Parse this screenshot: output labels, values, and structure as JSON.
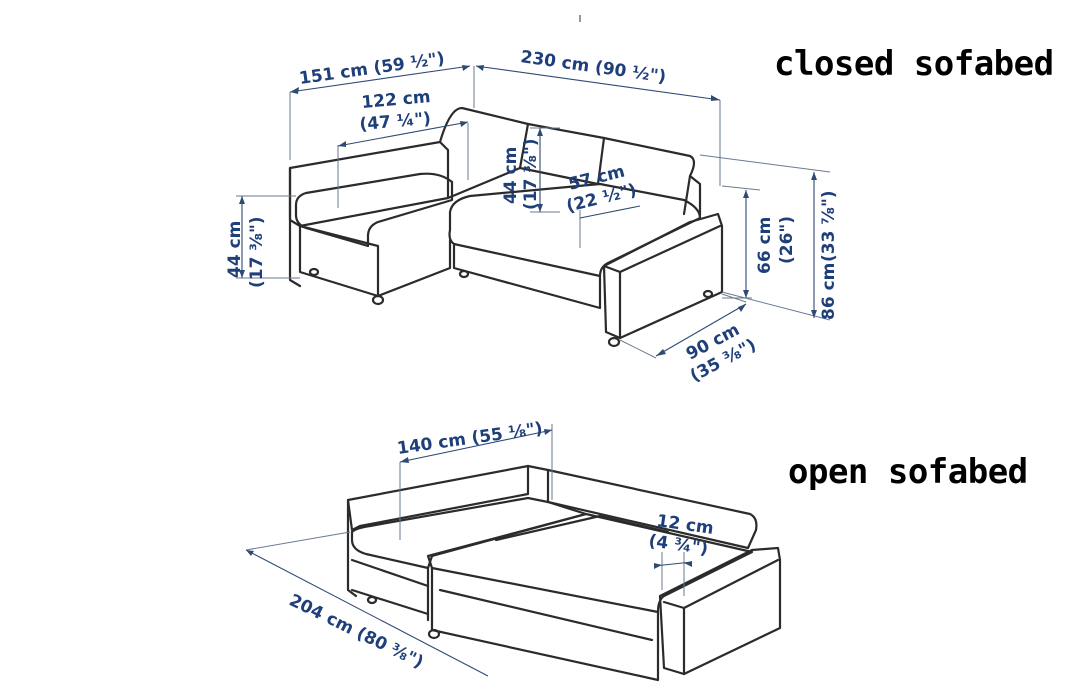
{
  "titles": {
    "closed": "closed sofabed",
    "open": "open sofabed"
  },
  "dimensions": {
    "closed": {
      "chaise_length": "151 cm (59 ½\")",
      "sofa_width": "230 cm (90 ½\")",
      "chaise_width_a": "122 cm",
      "chaise_width_b": "(47 ¼\")",
      "seat_height_a": "44 cm",
      "seat_height_b": "(17 ⅜\")",
      "back_height_a": "44 cm",
      "back_height_b": "(17 ⅜\")",
      "seat_depth_a": "57 cm",
      "seat_depth_b": "(22 ½\")",
      "arm_height_a": "66 cm",
      "arm_height_b": "(26\")",
      "total_height_a": "86 cm",
      "total_height_b": "(33 ⅞\")",
      "depth_a": "90 cm",
      "depth_b": "(35 ⅜\")"
    },
    "open": {
      "bed_width": "140 cm (55 ⅛\")",
      "bed_length": "204 cm (80 ⅜\")",
      "gap_a": "12 cm",
      "gap_b": "(4 ¾\")"
    }
  },
  "colors": {
    "dimension_text": "#1f3f7a",
    "line": "#2b2b2b"
  }
}
